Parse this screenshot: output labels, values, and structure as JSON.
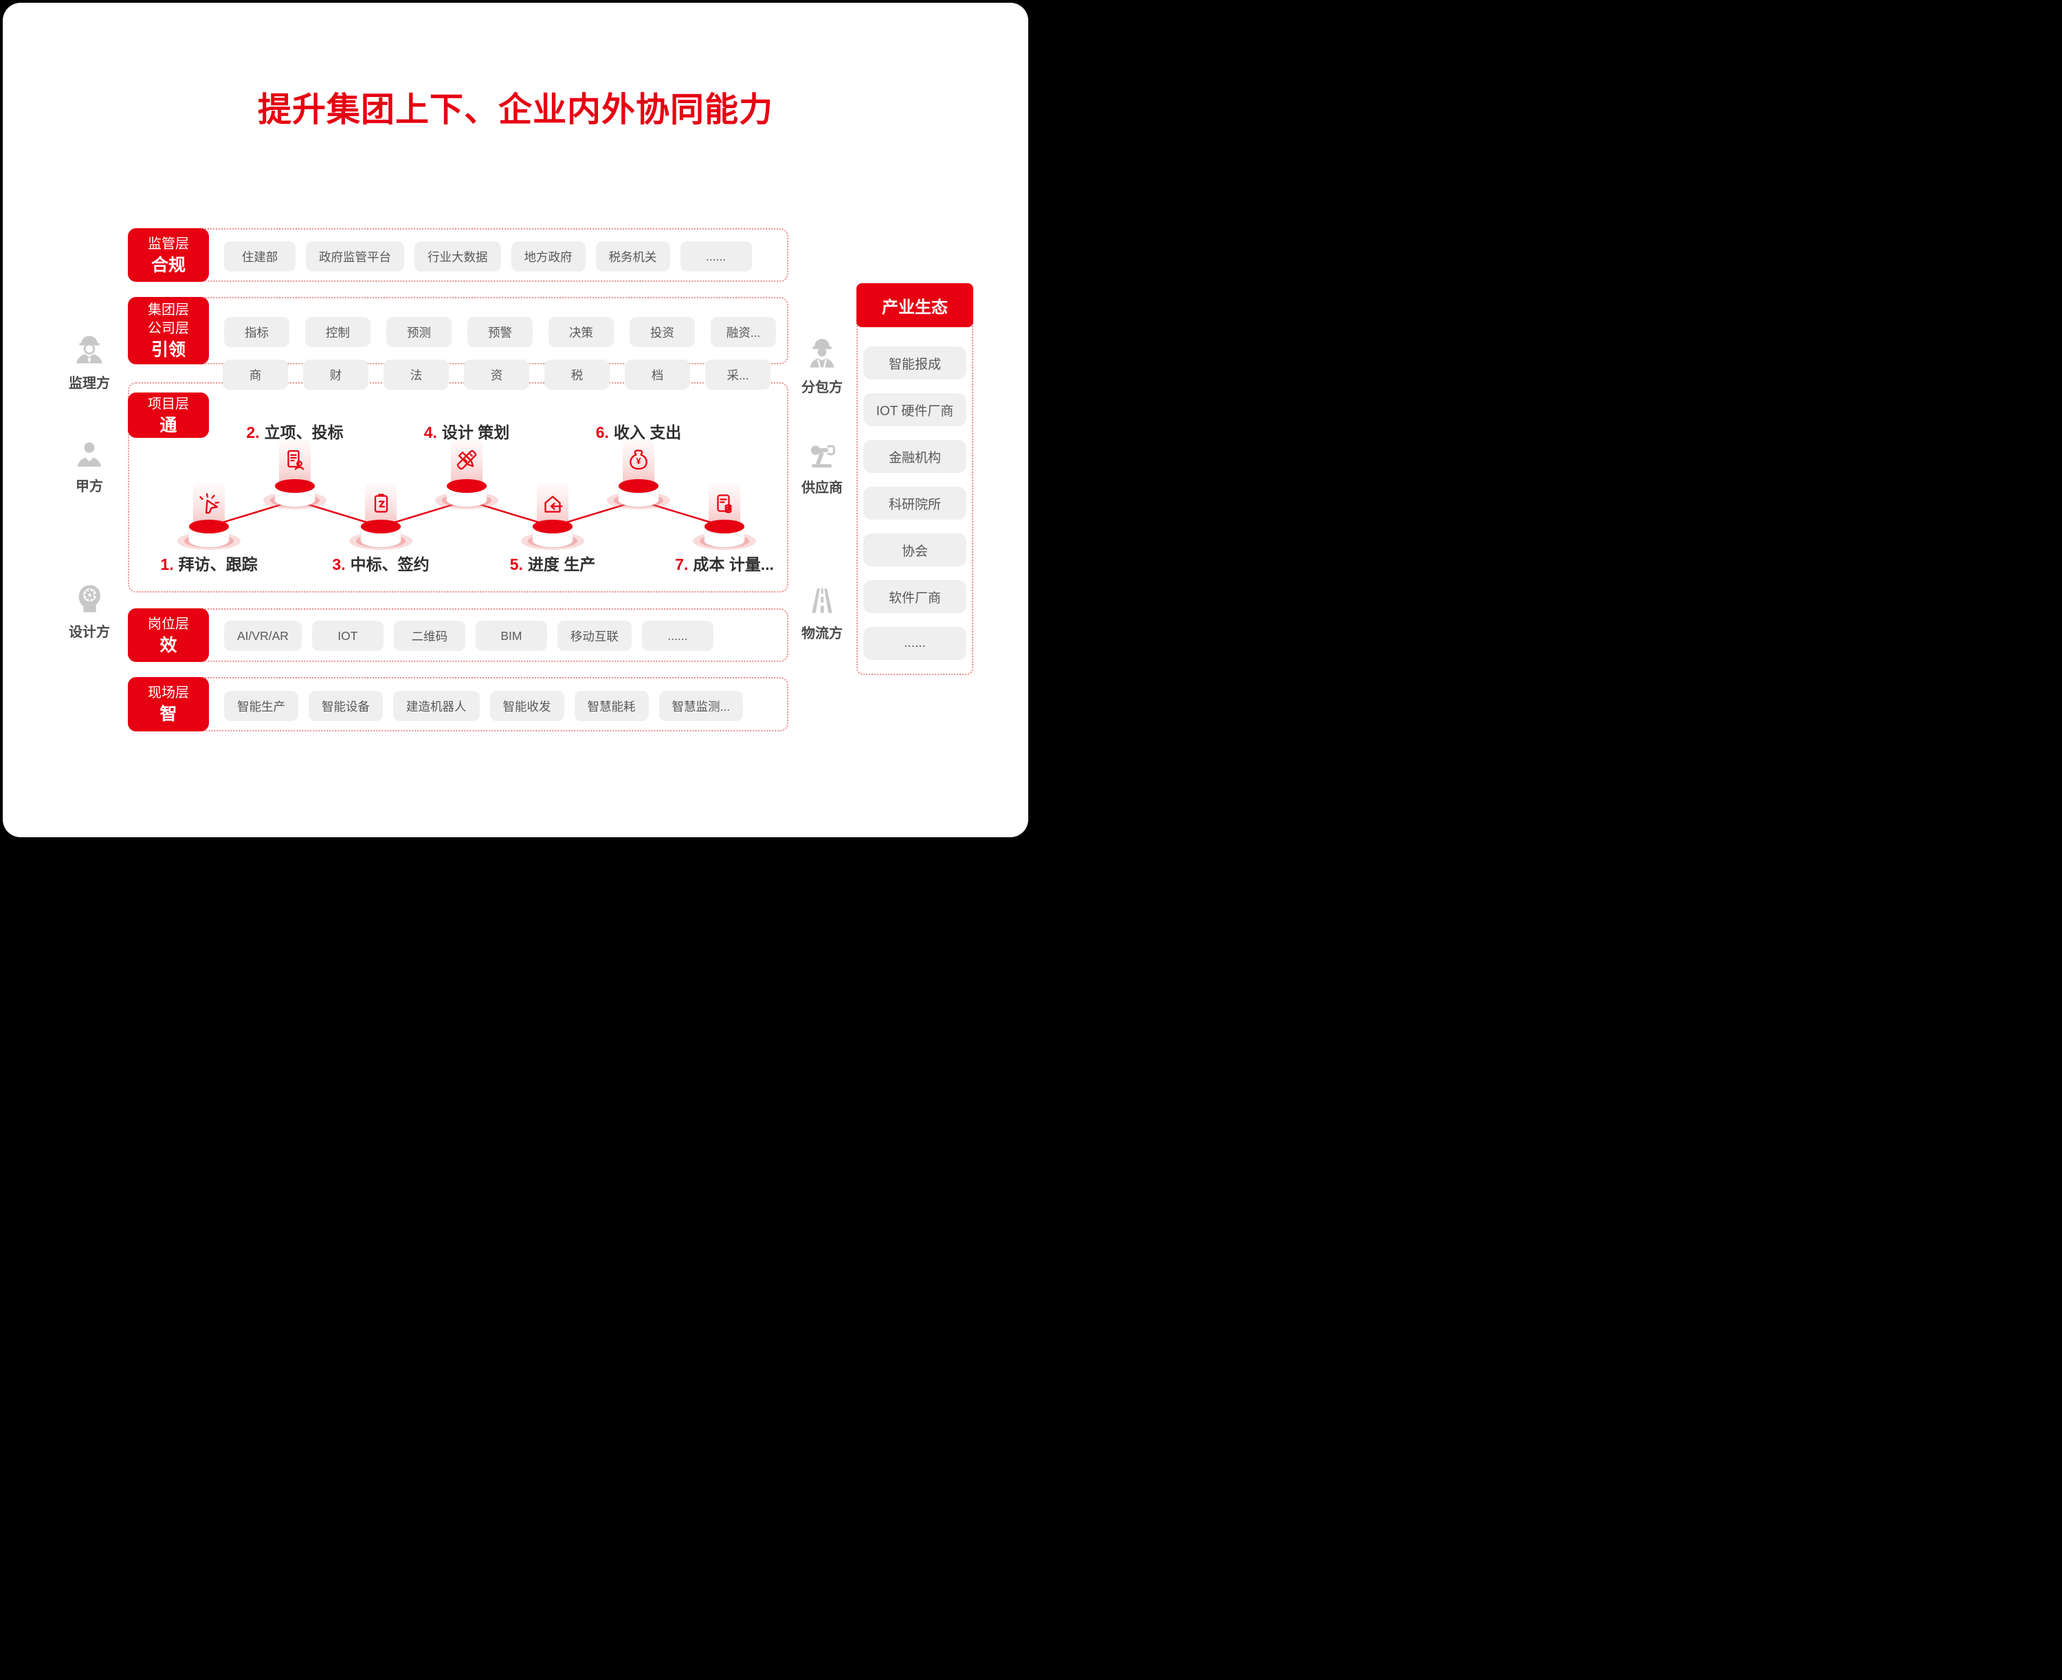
{
  "title": "提升集团上下、企业内外协同能力",
  "parties": {
    "left": [
      {
        "label": "监理方",
        "icon": "supervisor-icon"
      },
      {
        "label": "甲方",
        "icon": "client-icon"
      },
      {
        "label": "设计方",
        "icon": "designer-icon"
      }
    ],
    "right": [
      {
        "label": "分包方",
        "icon": "subcontractor-icon"
      },
      {
        "label": "供应商",
        "icon": "supplier-icon"
      },
      {
        "label": "物流方",
        "icon": "logistics-icon"
      }
    ]
  },
  "bands": {
    "regulatory": {
      "line1": "监管层",
      "bold": "合规",
      "chips": [
        "住建部",
        "政府监管平台",
        "行业大数据",
        "地方政府",
        "税务机关",
        "......"
      ]
    },
    "group": {
      "line1": "集团层",
      "line2": "公司层",
      "bold": "引领",
      "chips": [
        "指标",
        "控制",
        "预测",
        "预警",
        "决策",
        "投资",
        "融资..."
      ]
    },
    "interlayer": {
      "chips": [
        "商",
        "财",
        "法",
        "资",
        "税",
        "档",
        "采..."
      ]
    },
    "project": {
      "line1": "项目层",
      "bold": "通"
    },
    "position": {
      "line1": "岗位层",
      "bold": "效",
      "chips": [
        "AI/VR/AR",
        "IOT",
        "二维码",
        "BIM",
        "移动互联",
        "......"
      ]
    },
    "site": {
      "line1": "现场层",
      "bold": "智",
      "chips": [
        "智能生产",
        "智能设备",
        "建造机器人",
        "智能收发",
        "智慧能耗",
        "智慧监测..."
      ]
    }
  },
  "flow": {
    "steps": [
      {
        "num": "1.",
        "label": "拜访、跟踪",
        "icon": "click-cursor-icon"
      },
      {
        "num": "2.",
        "label": "立项、投标",
        "icon": "bid-document-icon"
      },
      {
        "num": "3.",
        "label": "中标、签约",
        "icon": "contract-sign-icon"
      },
      {
        "num": "4.",
        "label": "设计 策划",
        "icon": "design-tools-icon"
      },
      {
        "num": "5.",
        "label": "进度 生产",
        "icon": "progress-house-icon"
      },
      {
        "num": "6.",
        "label": "收入 支出",
        "icon": "money-bag-icon"
      },
      {
        "num": "7.",
        "label": "成本 计量...",
        "icon": "cost-ledger-icon"
      }
    ]
  },
  "ecosystem": {
    "title": "产业生态",
    "items": [
      "智能报成",
      "IOT 硬件厂商",
      "金融机构",
      "科研院所",
      "协会",
      "软件厂商",
      "......"
    ]
  },
  "colors": {
    "accent": "#e60012",
    "chip_bg": "#efefef",
    "chip_text": "#595959",
    "dotted_border": "#ee8d8d",
    "icon_gray": "#c7c7c7"
  }
}
